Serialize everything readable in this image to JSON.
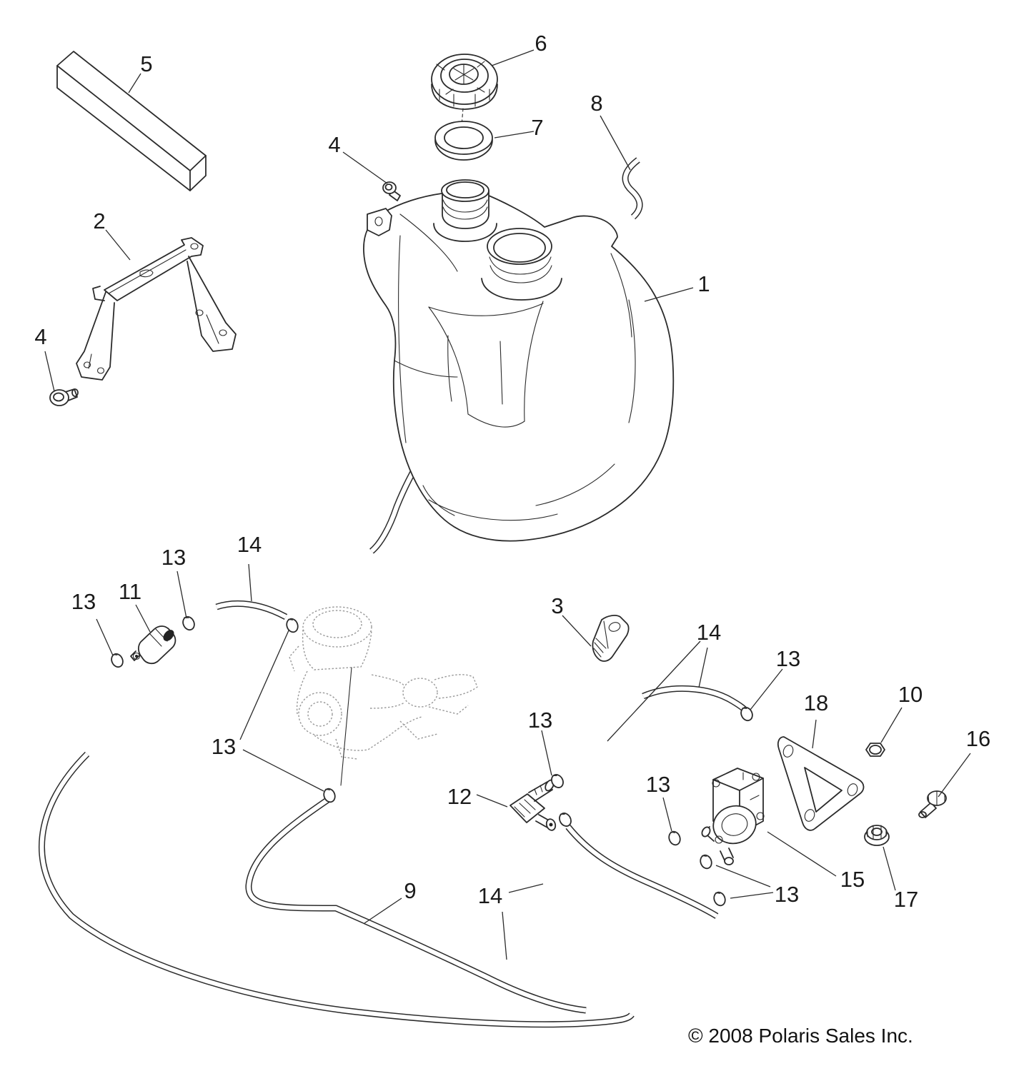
{
  "figure": {
    "background": "#ffffff",
    "ink_color": "#2b2b2b",
    "ghost_color": "#999999"
  },
  "copyright": {
    "text": "© 2008 Polaris Sales Inc."
  },
  "callouts": {
    "part5": "5",
    "part6": "6",
    "part7": "7",
    "part4_top": "4",
    "part8": "8",
    "part1": "1",
    "part2": "2",
    "part4_left": "4",
    "part13_a": "13",
    "part11": "11",
    "part13_b": "13",
    "part14_a": "14",
    "part13_c": "13",
    "part3": "3",
    "part14_b": "14",
    "part13_d": "13",
    "part18": "18",
    "part10": "10",
    "part16": "16",
    "part13_e": "13",
    "part15": "15",
    "part17": "17",
    "part13_f": "13",
    "part12": "12",
    "part13_g": "13",
    "part9": "9",
    "part14_c": "14"
  }
}
